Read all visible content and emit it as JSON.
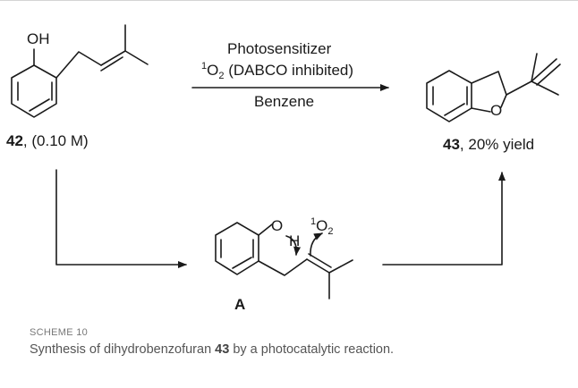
{
  "reactant": {
    "id": "42",
    "conc": ", (0.10 M)",
    "oh": "OH"
  },
  "conditions": {
    "line1": "Photosensitizer",
    "o2_sup": "1",
    "o2_main": "O",
    "o2_sub": "2",
    "o2_rest": " (DABCO inhibited)",
    "solvent": "Benzene"
  },
  "product": {
    "id": "43",
    "yield": ", 20% yield",
    "o": "O"
  },
  "intermediate": {
    "id": "A",
    "o": "O",
    "h": "H",
    "o2_sup": "1",
    "o2_main": "O",
    "o2_sub": "2"
  },
  "caption": {
    "label": "SCHEME 10",
    "before": "Synthesis of dihydrobenzofuran ",
    "bold": "43",
    "after": " by a photocatalytic reaction."
  }
}
